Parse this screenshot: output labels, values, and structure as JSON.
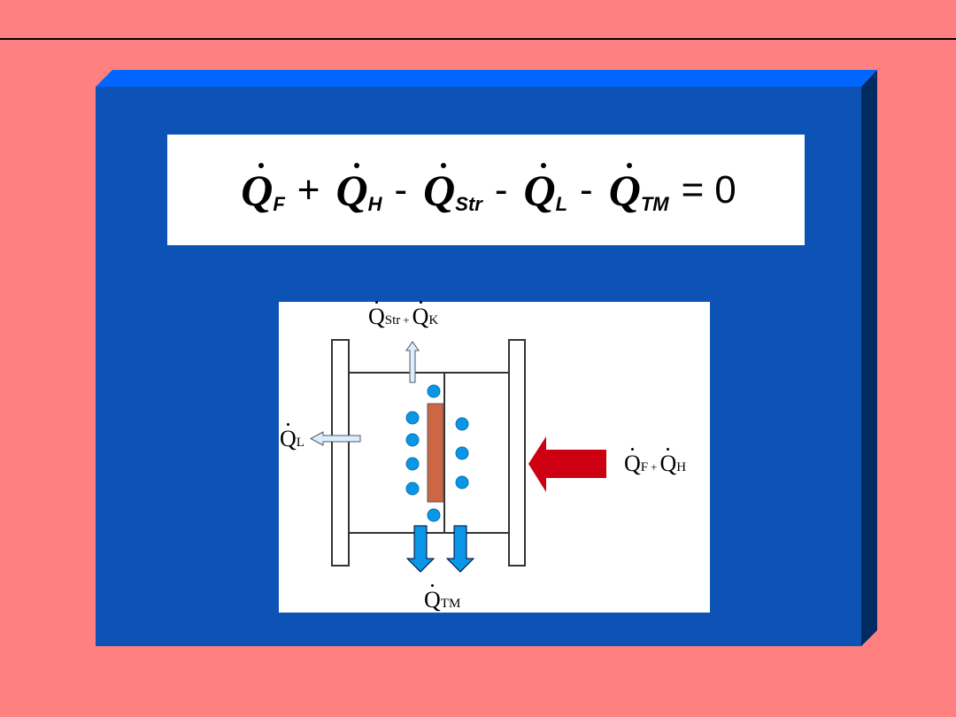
{
  "equation": {
    "terms": [
      {
        "symbol": "Q",
        "sub": "F"
      },
      {
        "symbol": "Q",
        "sub": "H"
      },
      {
        "symbol": "Q",
        "sub": "Str"
      },
      {
        "symbol": "Q",
        "sub": "L"
      },
      {
        "symbol": "Q",
        "sub": "TM"
      }
    ],
    "operators": [
      "+",
      "-",
      "-",
      "-"
    ],
    "equals": "=",
    "rhs": "0"
  },
  "diagram": {
    "labels": {
      "top": {
        "q1": "Q",
        "s1": "Str",
        "plus": "+",
        "q2": "Q",
        "s2": "K"
      },
      "left": {
        "q": "Q",
        "s": "L"
      },
      "right": {
        "q1": "Q",
        "s1": "F",
        "plus": "+",
        "q2": "Q",
        "s2": "H"
      },
      "bottom": {
        "q": "Q",
        "s": "TM"
      }
    },
    "colors": {
      "heat_in": "#cc0010",
      "flow": "#0a96e6",
      "insert": "#cc6644",
      "loss": "#dbeeff"
    }
  },
  "colors": {
    "background": "#ff8080",
    "panel": "#0d52b5",
    "panel_top": "#0066ff",
    "panel_side": "#002a60"
  }
}
